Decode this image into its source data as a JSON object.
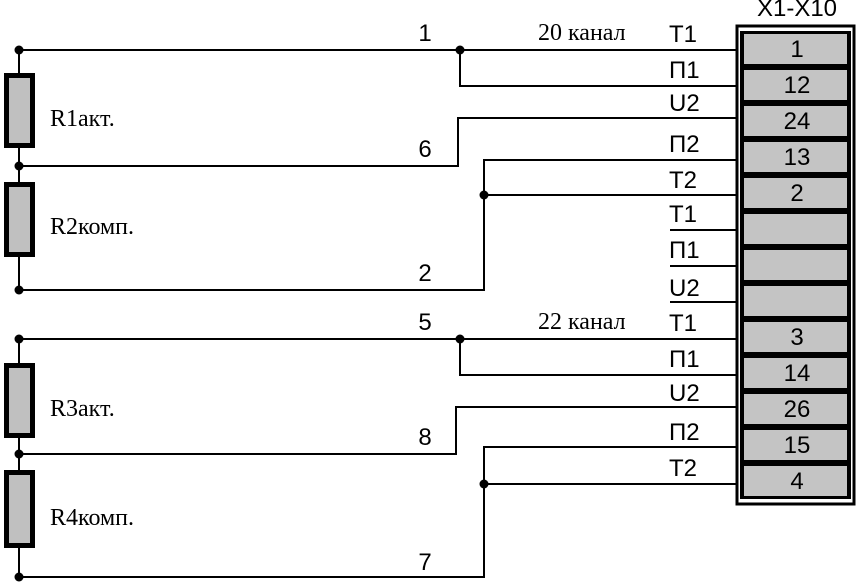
{
  "connector": {
    "title": "X1-X10",
    "cells": [
      "1",
      "12",
      "24",
      "13",
      "2",
      "",
      "",
      "",
      "3",
      "14",
      "26",
      "15",
      "4"
    ]
  },
  "pin_labels": [
    "T1",
    "П1",
    "U2",
    "П2",
    "T2",
    "T1",
    "П1",
    "U2",
    "T1",
    "П1",
    "U2",
    "П2",
    "T2"
  ],
  "channels": [
    "20 канал",
    "22 канал"
  ],
  "resistors": [
    "R1акт.",
    "R2комп.",
    "R3акт.",
    "R4комп."
  ],
  "wire_numbers": [
    "1",
    "6",
    "2",
    "5",
    "8",
    "7"
  ],
  "colors": {
    "line": "#000000",
    "resistor_fill": "#c0c0c0",
    "cell_fill": "#c4c4c4"
  }
}
